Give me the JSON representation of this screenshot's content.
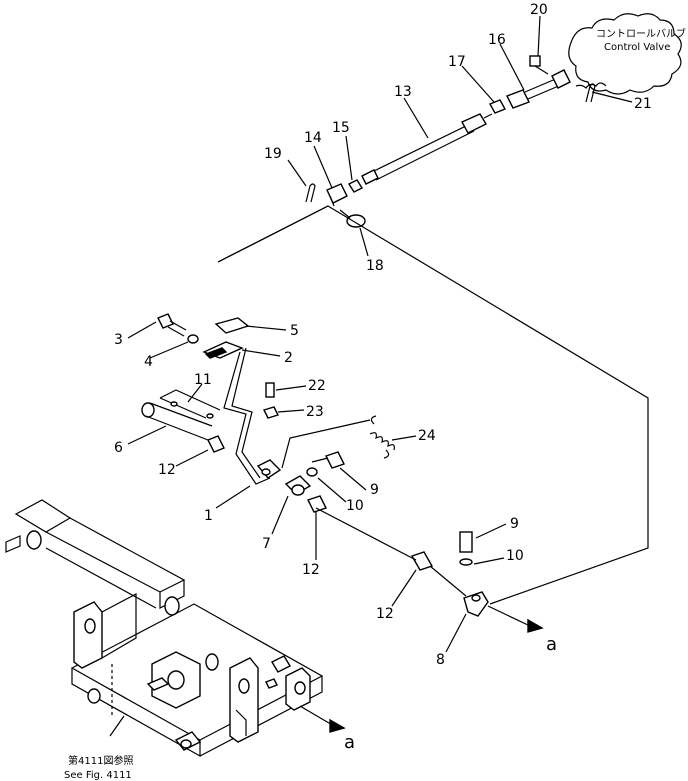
{
  "callouts": {
    "c1": "1",
    "c2": "2",
    "c3": "3",
    "c4": "4",
    "c5": "5",
    "c6": "6",
    "c7": "7",
    "c8": "8",
    "c9a": "9",
    "c9b": "9",
    "c10a": "10",
    "c10b": "10",
    "c11": "11",
    "c12a": "12",
    "c12b": "12",
    "c12c": "12",
    "c13": "13",
    "c14": "14",
    "c15": "15",
    "c16": "16",
    "c17": "17",
    "c18": "18",
    "c19": "19",
    "c20": "20",
    "c21": "21",
    "c22": "22",
    "c23": "23",
    "c24": "24"
  },
  "control_valve": {
    "jp": "コントロールバルブ",
    "en": "Control Valve"
  },
  "reference": {
    "jp": "第4111図参照",
    "en": "See Fig. 4111"
  },
  "arrows": {
    "upper": "a",
    "lower": "a"
  }
}
